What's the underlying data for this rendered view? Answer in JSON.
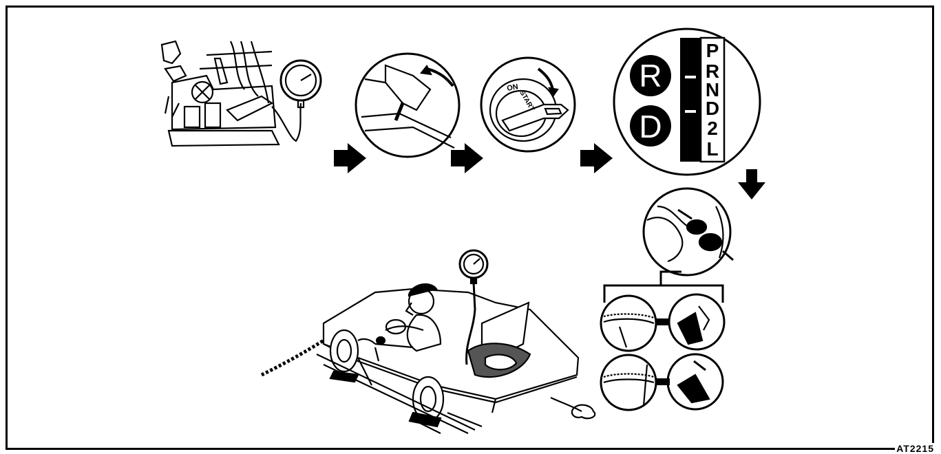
{
  "figure_code": "AT2215",
  "shift_positions": [
    "P",
    "R",
    "N",
    "D",
    "2",
    "L"
  ],
  "selected_positions": [
    "R",
    "D"
  ],
  "ignition_labels": [
    "ON",
    "START"
  ],
  "colors": {
    "ink": "#000000",
    "paper": "#ffffff"
  }
}
